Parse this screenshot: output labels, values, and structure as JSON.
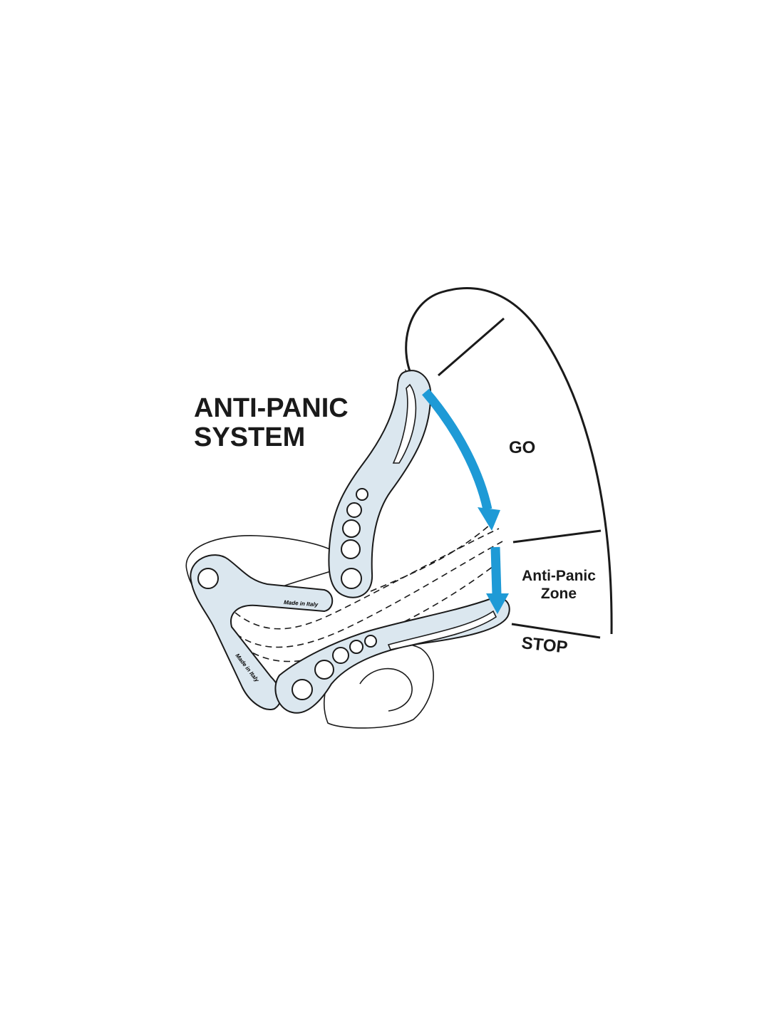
{
  "title": {
    "line1": "ANTI-PANIC",
    "line2": "SYSTEM"
  },
  "zones": {
    "go": "GO",
    "anti_panic_line1": "Anti-Panic",
    "anti_panic_line2": "Zone",
    "stop": "STOP"
  },
  "device_engraving": "Made in Italy",
  "colors": {
    "arrow": "#1e9ad6",
    "device_fill": "#dbe7ef",
    "ink": "#1a1a1a"
  }
}
